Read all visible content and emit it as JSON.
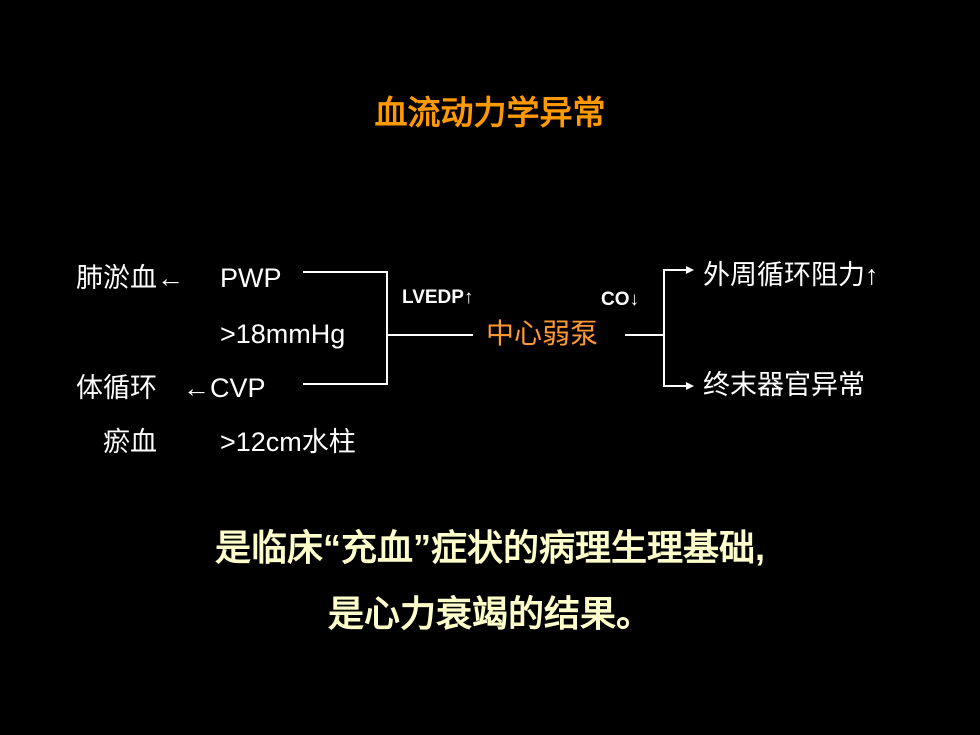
{
  "title": "血流动力学异常",
  "left": {
    "pulmonary_label": "肺淤血",
    "arrow_left_1": "←",
    "pwp": "PWP",
    "pwp_value": ">18mmHg",
    "systemic_label": "体循环",
    "arrow_left_2": "←",
    "cvp": "CVP",
    "congestion": "瘀血",
    "cvp_value": ">12cm水柱"
  },
  "center": {
    "lvedp": "LVEDP↑",
    "core": "中心弱泵",
    "co": "CO↓"
  },
  "right": {
    "peripheral_resistance": "外周循环阻力↑",
    "end_organ": "终末器官异常"
  },
  "bottom": {
    "line1": "是临床“充血”症状的病理生理基础,",
    "line2": "是心力衰竭的结果。"
  },
  "colors": {
    "title": "#ff9900",
    "core": "#ff9933",
    "bottom_text": "#ffffcc",
    "text": "#ffffff"
  }
}
